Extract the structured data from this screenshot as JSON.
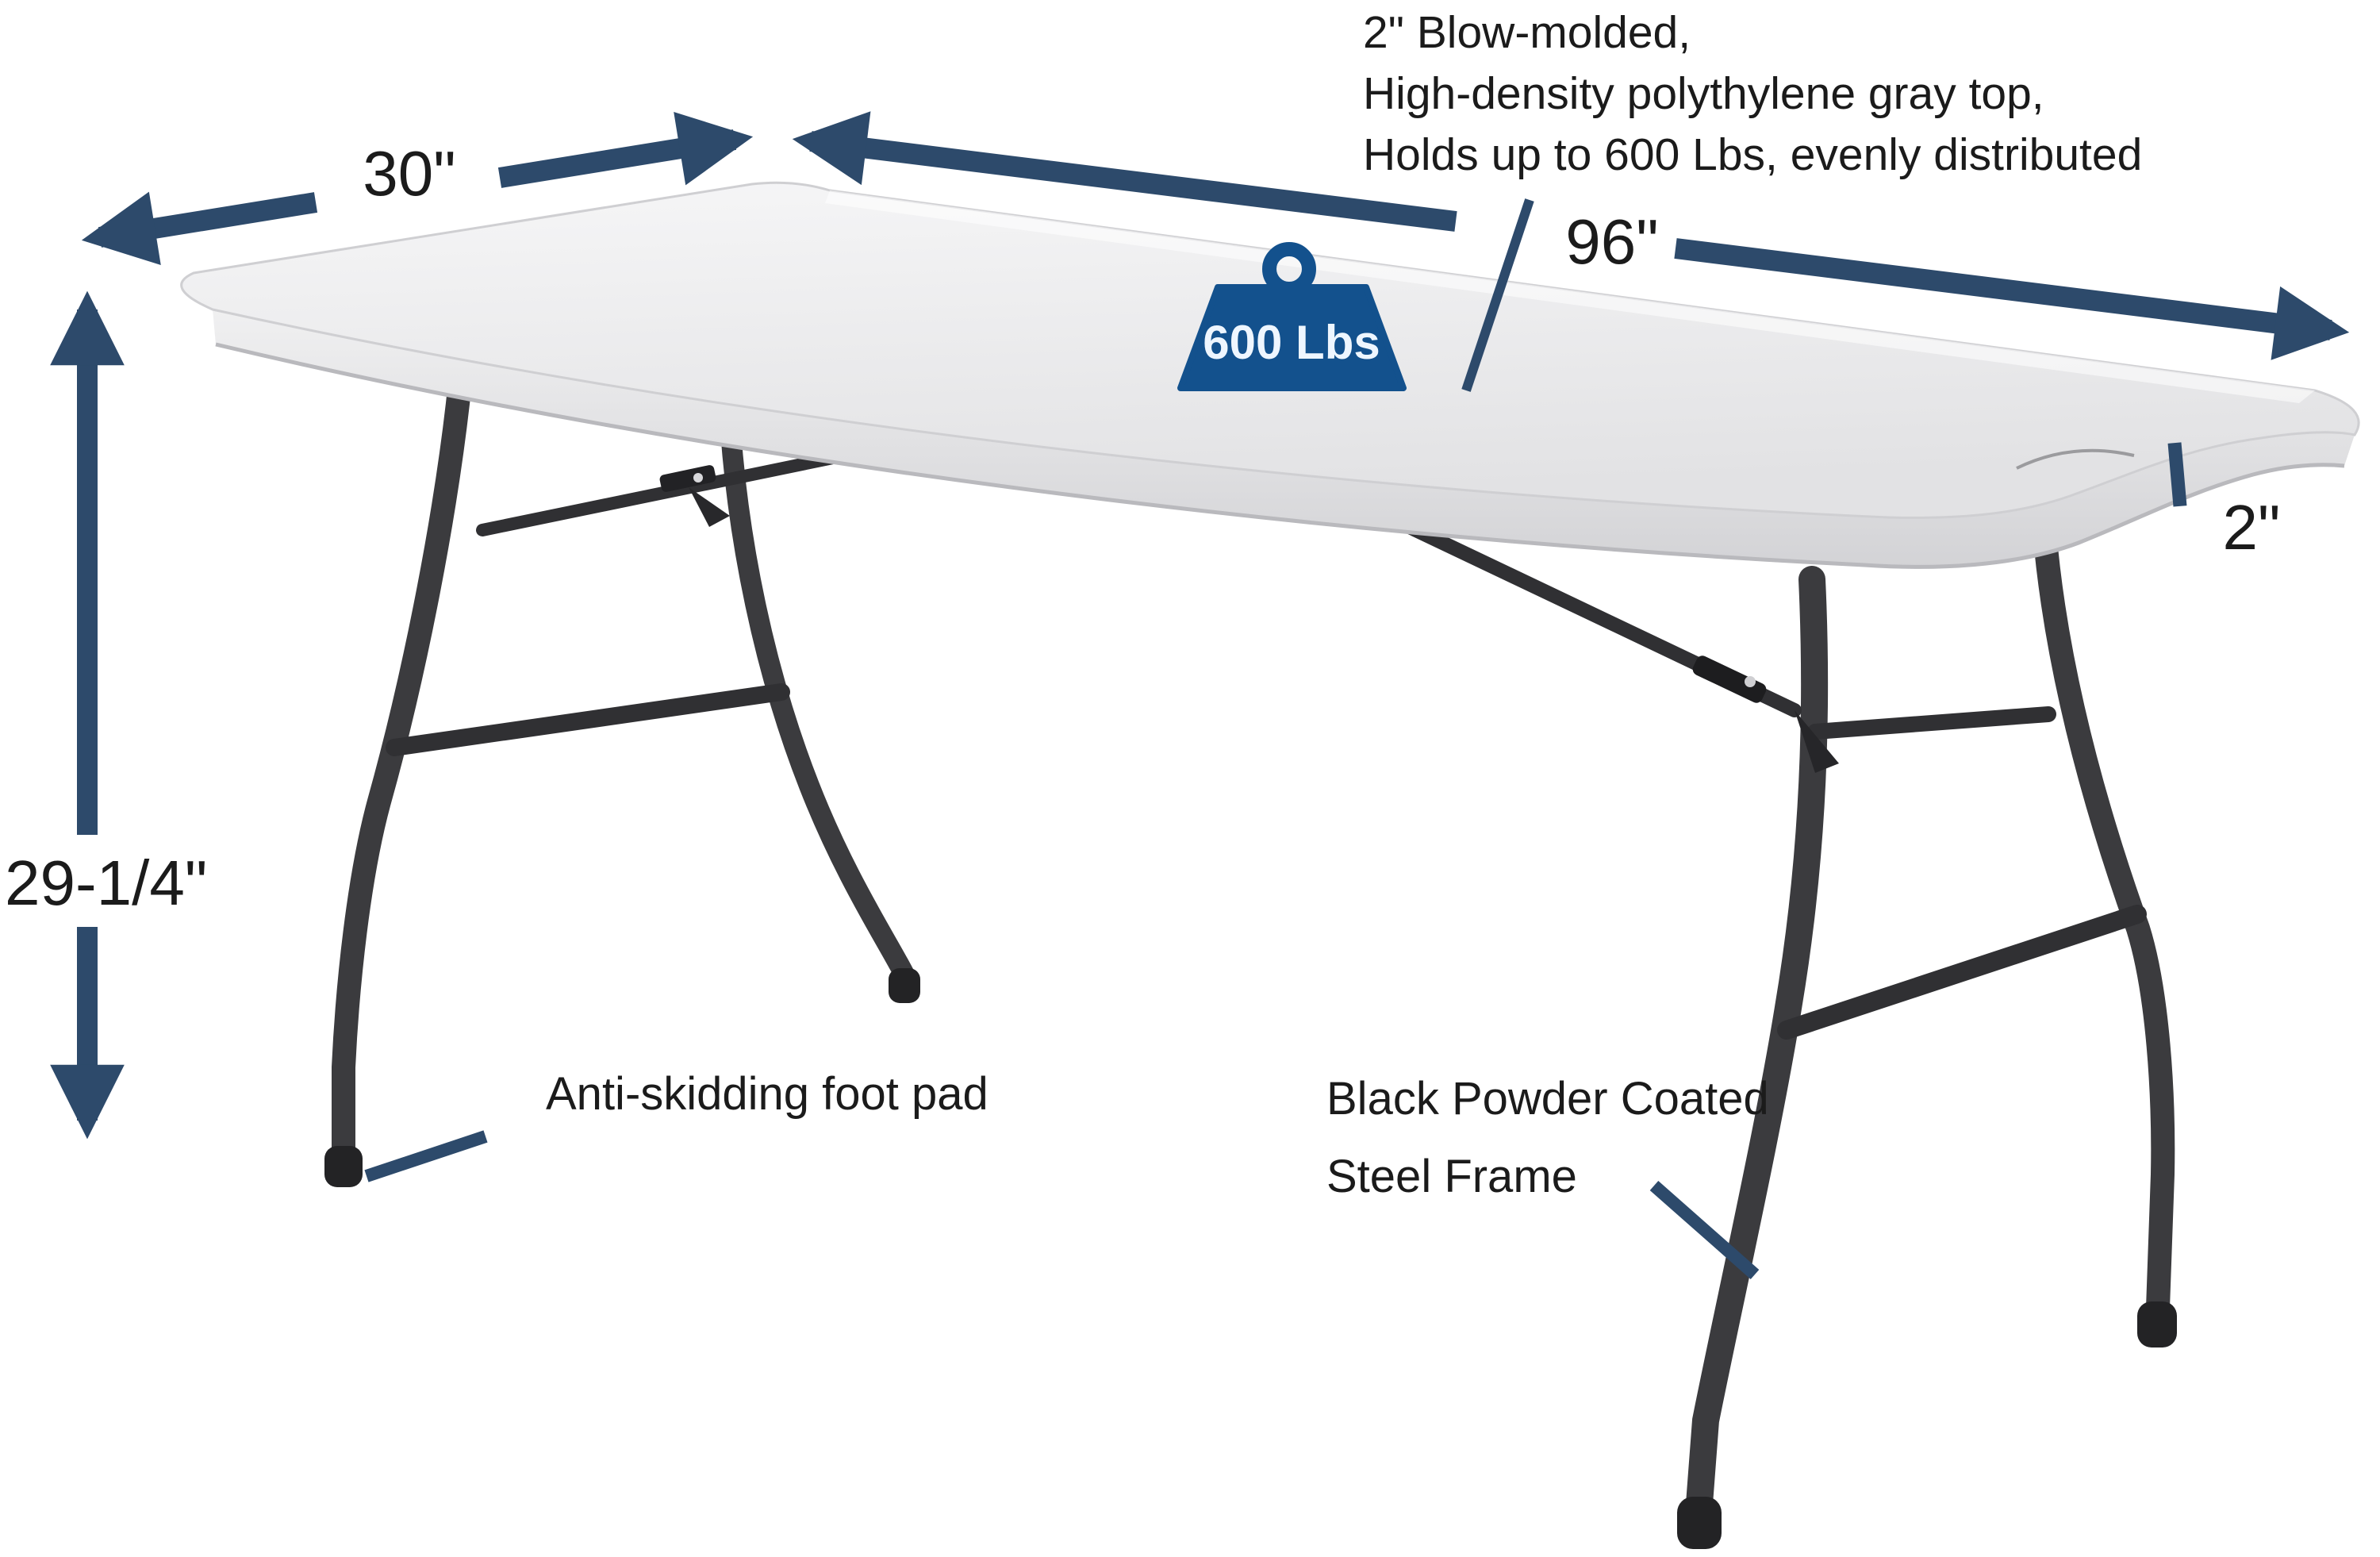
{
  "product_diagram": {
    "description_lines": [
      "2\" Blow-molded,",
      "High-density polythylene gray top,",
      "Holds up to 600 Lbs, evenly distributed"
    ],
    "dimensions": {
      "depth": "30\"",
      "length": "96\"",
      "height": "29-1/4\"",
      "thickness": "2\""
    },
    "weight_capacity_badge": "600 Lbs",
    "labels": {
      "foot_pad": "Anti-skidding foot pad",
      "frame_line1": "Black Powder Coated",
      "frame_line2": "Steel Frame"
    },
    "colors": {
      "dimension_arrow": "#2d4a6b",
      "weight_badge_blue": "#13518d",
      "badge_text": "#eef6ff",
      "annotation_text": "#1b1b1b",
      "table_top_light": "#f5f5f6",
      "table_top_dark": "#e2e2e4",
      "table_edge_light": "#f0f0f1",
      "table_edge_dark": "#d3d3d6",
      "leg_steel": "#3b3b3e",
      "foot_cap": "#232325"
    }
  }
}
